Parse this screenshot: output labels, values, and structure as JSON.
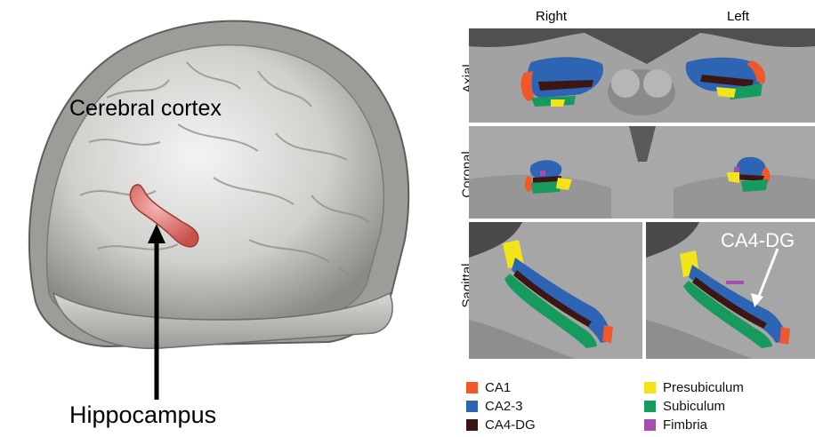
{
  "left_figure": {
    "cortex_label": "Cerebral cortex",
    "hippocampus_label": "Hippocampus"
  },
  "right_figure": {
    "col_right": "Right",
    "col_left": "Left",
    "rows": [
      "Axial",
      "Coronal",
      "Sagittal"
    ],
    "callout": "CA4-DG"
  },
  "legend": [
    {
      "label": "CA1",
      "color": "#f0572a"
    },
    {
      "label": "CA2-3",
      "color": "#2e64b4"
    },
    {
      "label": "CA4-DG",
      "color": "#3b1714"
    },
    {
      "label": "Presubiculum",
      "color": "#f2e41a"
    },
    {
      "label": "Subiculum",
      "color": "#179a5e"
    },
    {
      "label": "Fimbria",
      "color": "#a64eb0"
    }
  ]
}
